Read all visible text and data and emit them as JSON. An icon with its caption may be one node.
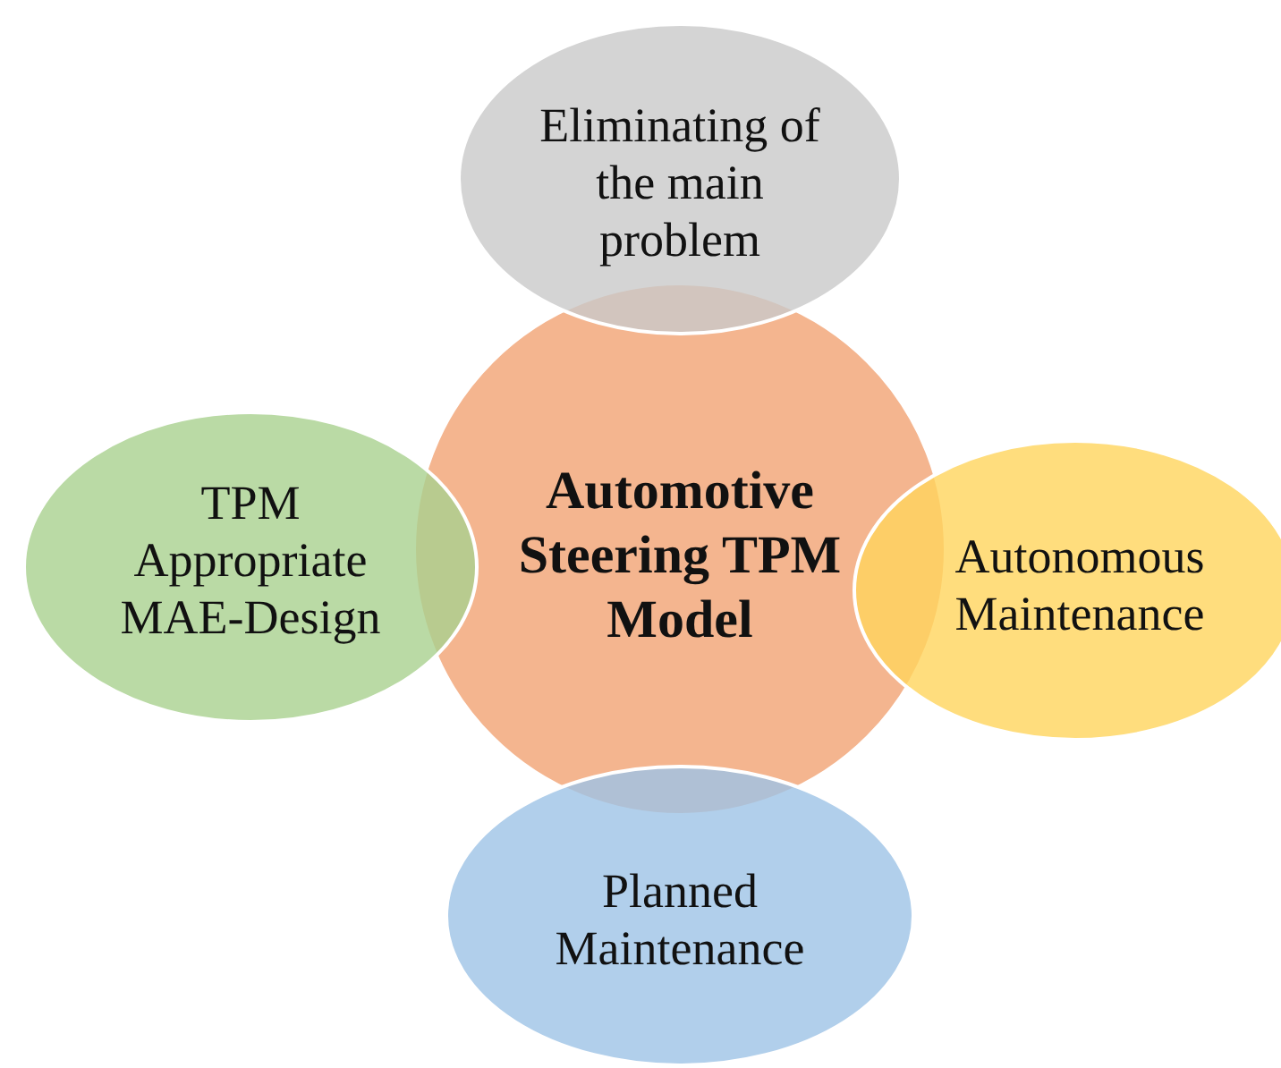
{
  "diagram": {
    "nodes": [
      {
        "text": [
          "Eliminating of the main problem"
        ]
      },
      {
        "text": [
          "TPM Appropriate MAE-Design"
        ]
      },
      {
        "text": [
          "Automotive Steering TPM Model"
        ]
      },
      {
        "text": [
          "Autonomous Maintenance"
        ]
      },
      {
        "text": [
          "Planned Maintenance"
        ]
      }
    ]
  }
}
